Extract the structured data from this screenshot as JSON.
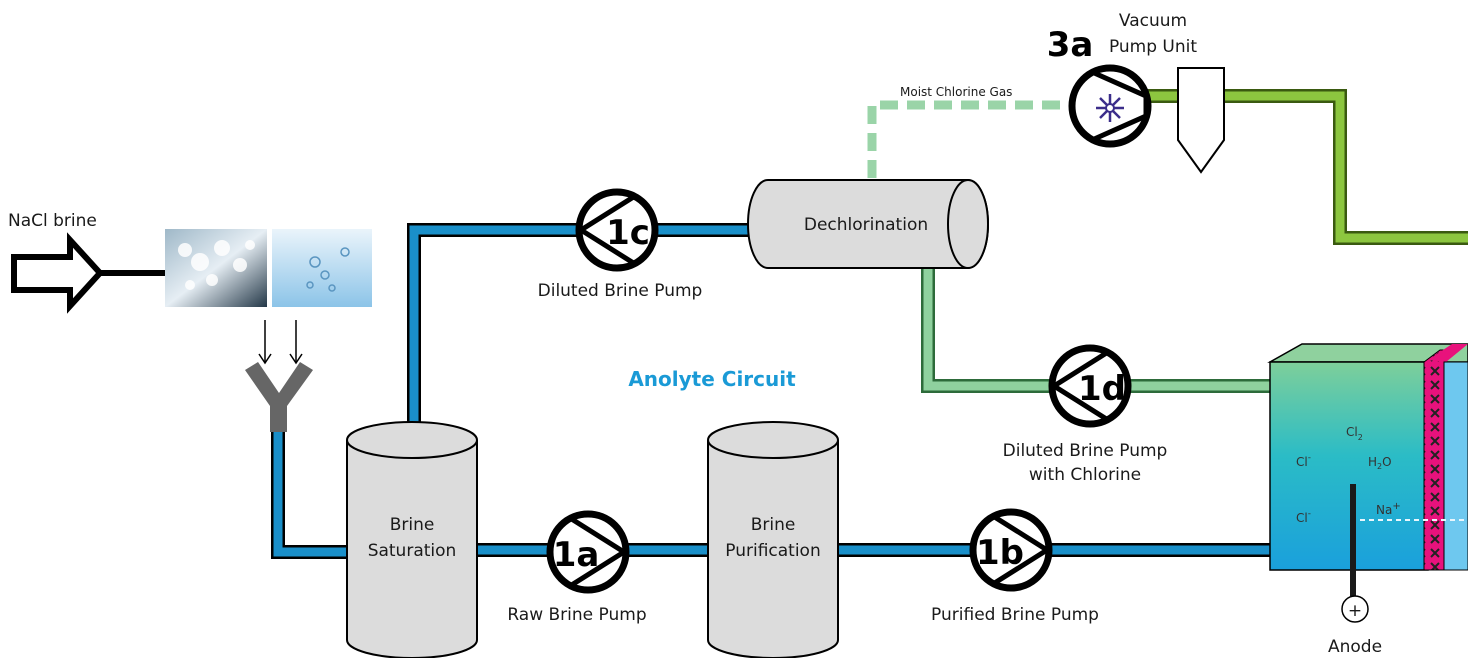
{
  "inputs": {
    "nacl_label": "NaCl brine"
  },
  "circuit_label": "Anolyte Circuit",
  "tanks": {
    "saturation": [
      "Brine",
      "Saturation"
    ],
    "purification": [
      "Brine",
      "Purification"
    ],
    "dechlorination": "Dechlorination"
  },
  "pumps": {
    "p1a": {
      "id": "1a",
      "label": "Raw Brine Pump"
    },
    "p1b": {
      "id": "1b",
      "label": "Purified Brine Pump"
    },
    "p1c": {
      "id": "1c",
      "label": "Diluted Brine Pump"
    },
    "p1d": {
      "id": "1d",
      "label_lines": [
        "Diluted Brine Pump",
        "with Chlorine"
      ]
    },
    "p3a": {
      "id": "3a",
      "label_lines": [
        "Vacuum",
        "Pump Unit"
      ]
    }
  },
  "gas_label": "Moist Chlorine Gas",
  "cell": {
    "cl2": "Cl",
    "cl2_sub": "2",
    "h2o": "H",
    "h2o_sub": "2",
    "h2o_o": "O",
    "cl_minus_1": "Cl",
    "cl_minus_2": "Cl",
    "minus_sup": "-",
    "na": "Na",
    "na_sup": "+",
    "anode_label": "Anode",
    "anode_symbol": "+"
  },
  "colors": {
    "blue_pipe": "#1a8fc9",
    "green_pipe": "#8cc63f",
    "light_green_pipe": "#8fd19e",
    "dashed_gas": "#9ad4a8",
    "tank_fill": "#dcdcdc",
    "membrane": "#e8127c",
    "accent_text": "#1a9ad6"
  }
}
